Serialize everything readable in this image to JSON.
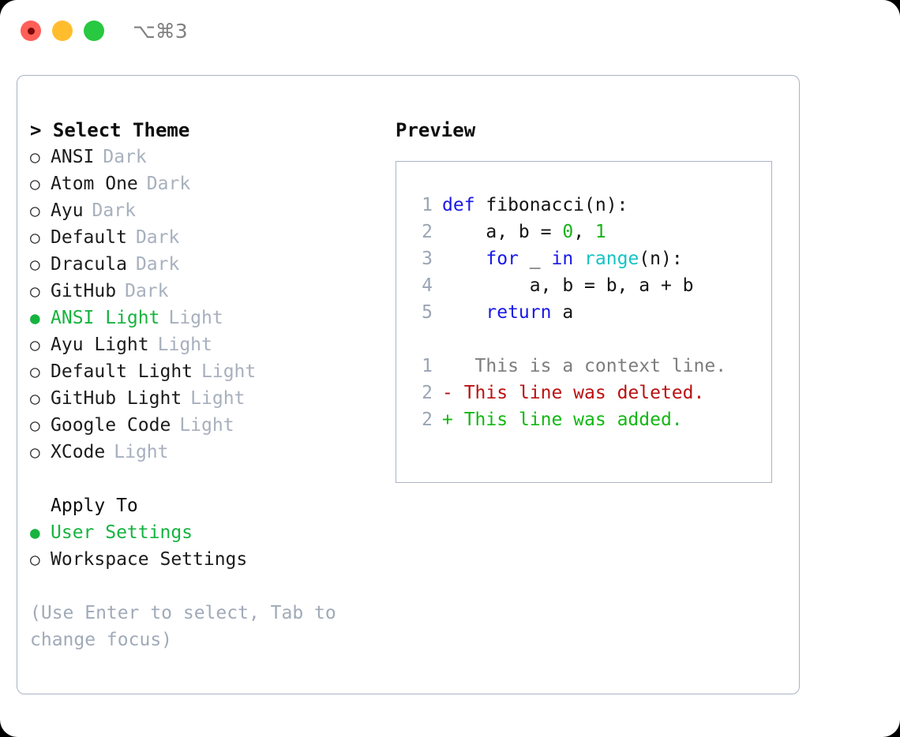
{
  "window": {
    "shortcut_badge": "⌥⌘3",
    "traffic_lights": [
      "close",
      "minimize",
      "maximize"
    ]
  },
  "left": {
    "header": "> Select Theme",
    "themes": [
      {
        "bullet": "○",
        "name": "ANSI",
        "kind": "Dark",
        "selected": false
      },
      {
        "bullet": "○",
        "name": "Atom One",
        "kind": "Dark",
        "selected": false
      },
      {
        "bullet": "○",
        "name": "Ayu",
        "kind": "Dark",
        "selected": false
      },
      {
        "bullet": "○",
        "name": "Default",
        "kind": "Dark",
        "selected": false
      },
      {
        "bullet": "○",
        "name": "Dracula",
        "kind": "Dark",
        "selected": false
      },
      {
        "bullet": "○",
        "name": "GitHub",
        "kind": "Dark",
        "selected": false
      },
      {
        "bullet": "●",
        "name": "ANSI Light",
        "kind": "Light",
        "selected": true
      },
      {
        "bullet": "○",
        "name": "Ayu Light",
        "kind": "Light",
        "selected": false
      },
      {
        "bullet": "○",
        "name": "Default Light",
        "kind": "Light",
        "selected": false
      },
      {
        "bullet": "○",
        "name": "GitHub Light",
        "kind": "Light",
        "selected": false
      },
      {
        "bullet": "○",
        "name": "Google Code",
        "kind": "Light",
        "selected": false
      },
      {
        "bullet": "○",
        "name": "XCode",
        "kind": "Light",
        "selected": false
      }
    ],
    "apply_to_header": "Apply To",
    "apply_options": [
      {
        "bullet": "●",
        "name": "User Settings",
        "selected": true
      },
      {
        "bullet": "○",
        "name": "Workspace Settings",
        "selected": false
      }
    ],
    "hint": "(Use Enter to select, Tab to change focus)"
  },
  "right": {
    "header": "Preview",
    "code_lines": [
      {
        "no": "1",
        "tokens": [
          {
            "t": "def",
            "c": "kw"
          },
          {
            "t": " fibonacci(n):",
            "c": "plain"
          }
        ]
      },
      {
        "no": "2",
        "tokens": [
          {
            "t": "    a, b = ",
            "c": "plain"
          },
          {
            "t": "0",
            "c": "num"
          },
          {
            "t": ", ",
            "c": "plain"
          },
          {
            "t": "1",
            "c": "num"
          }
        ]
      },
      {
        "no": "3",
        "tokens": [
          {
            "t": "    ",
            "c": "plain"
          },
          {
            "t": "for",
            "c": "kw"
          },
          {
            "t": " _ ",
            "c": "plain"
          },
          {
            "t": "in",
            "c": "kw"
          },
          {
            "t": " ",
            "c": "plain"
          },
          {
            "t": "range",
            "c": "fn"
          },
          {
            "t": "(n):",
            "c": "plain"
          }
        ]
      },
      {
        "no": "4",
        "tokens": [
          {
            "t": "        a, b = b, a + b",
            "c": "plain"
          }
        ]
      },
      {
        "no": "5",
        "tokens": [
          {
            "t": "    ",
            "c": "plain"
          },
          {
            "t": "return",
            "c": "kw"
          },
          {
            "t": " a",
            "c": "plain"
          }
        ]
      }
    ],
    "diff_lines": [
      {
        "no": "1",
        "marker": " ",
        "text": "  This is a context line.",
        "kind": "ctx"
      },
      {
        "no": "2",
        "marker": "-",
        "text": " This line was deleted.",
        "kind": "del"
      },
      {
        "no": "2",
        "marker": "+",
        "text": " This line was added.",
        "kind": "add"
      }
    ]
  },
  "colors": {
    "accent_green": "#16b33f",
    "muted": "#a7b0bd",
    "border": "#aab4c4",
    "keyword": "#1818e8",
    "function": "#14c4c4",
    "number": "#19b219",
    "diff_add": "#12b812",
    "diff_del": "#bb1010",
    "diff_ctx": "#7d7d7d",
    "traffic_close": "#ff5f57",
    "traffic_min": "#ffbd2e",
    "traffic_max": "#28c840"
  }
}
